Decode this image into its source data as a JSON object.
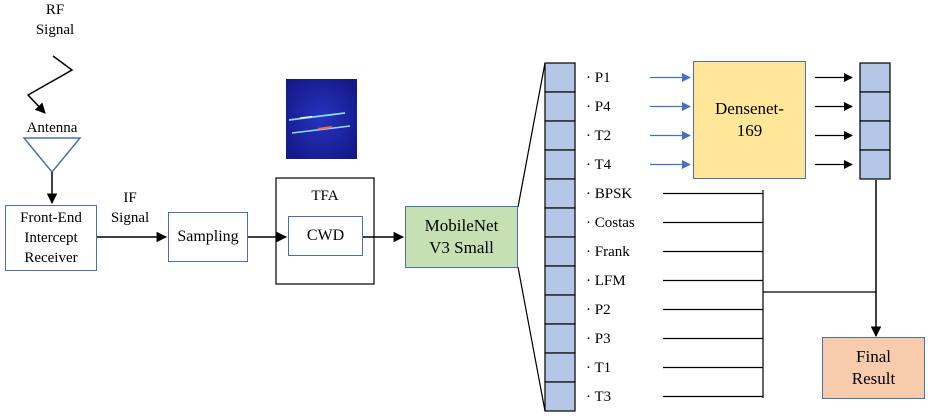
{
  "rf_signal_label": "RF\nSignal",
  "antenna_label": "Antenna",
  "if_signal_label": "IF\nSignal",
  "receiver_label": "Front-End\nIntercept\nReceiver",
  "sampling_label": "Sampling",
  "tfa_label": "TFA",
  "cwd_label": "CWD",
  "mobilenet_label": "MobileNet\nV3 Small",
  "densenet_label": "Densenet-\n169",
  "final_label": "Final\nResult",
  "output_classes": [
    "· P1",
    "· P4",
    "· T2",
    "· T4",
    "· BPSK",
    "· Costas",
    "· Frank",
    "· LFM",
    "· P2",
    "· P3",
    "· T1",
    "· T3"
  ],
  "colors": {
    "box_border": "#4a6fb0",
    "feature_cell": "#b4c7e7",
    "green": "#c6e0b4",
    "yellow": "#ffe699",
    "orange": "#f8cbad",
    "blue_arrow": "#4472c4",
    "tf_image_bg": "#1a1f9e"
  }
}
